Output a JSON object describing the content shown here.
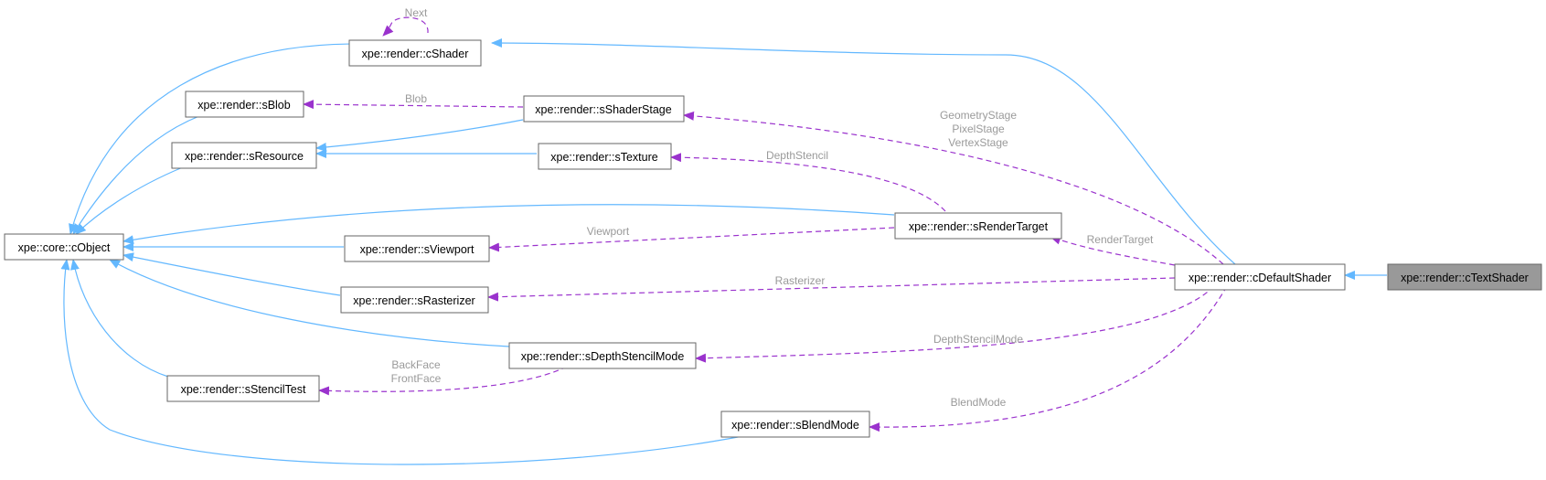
{
  "nodes": {
    "cobject": "xpe::core::cObject",
    "cshader": "xpe::render::cShader",
    "sblob": "xpe::render::sBlob",
    "sresource": "xpe::render::sResource",
    "sshaderstage": "xpe::render::sShaderStage",
    "stexture": "xpe::render::sTexture",
    "srendertarget": "xpe::render::sRenderTarget",
    "sviewport": "xpe::render::sViewport",
    "srasterizer": "xpe::render::sRasterizer",
    "sdepthstencilmode": "xpe::render::sDepthStencilMode",
    "sstenciltest": "xpe::render::sStencilTest",
    "sblendmode": "xpe::render::sBlendMode",
    "cdefaultshader": "xpe::render::cDefaultShader",
    "ctextshader": "xpe::render::cTextShader"
  },
  "edge_labels": {
    "next": "Next",
    "blob": "Blob",
    "depthstencil": "DepthStencil",
    "stages": [
      "GeometryStage",
      "PixelStage",
      "VertexStage"
    ],
    "viewport": "Viewport",
    "rendertarget": "RenderTarget",
    "rasterizer": "Rasterizer",
    "depthstencilmode": "DepthStencilMode",
    "faces": [
      "BackFace",
      "FrontFace"
    ],
    "blendmode": "BlendMode"
  },
  "colors": {
    "inheritance": "#63b8ff",
    "usage": "#9a32cd",
    "label": "#9a9a9a",
    "current_fill": "#999999"
  }
}
